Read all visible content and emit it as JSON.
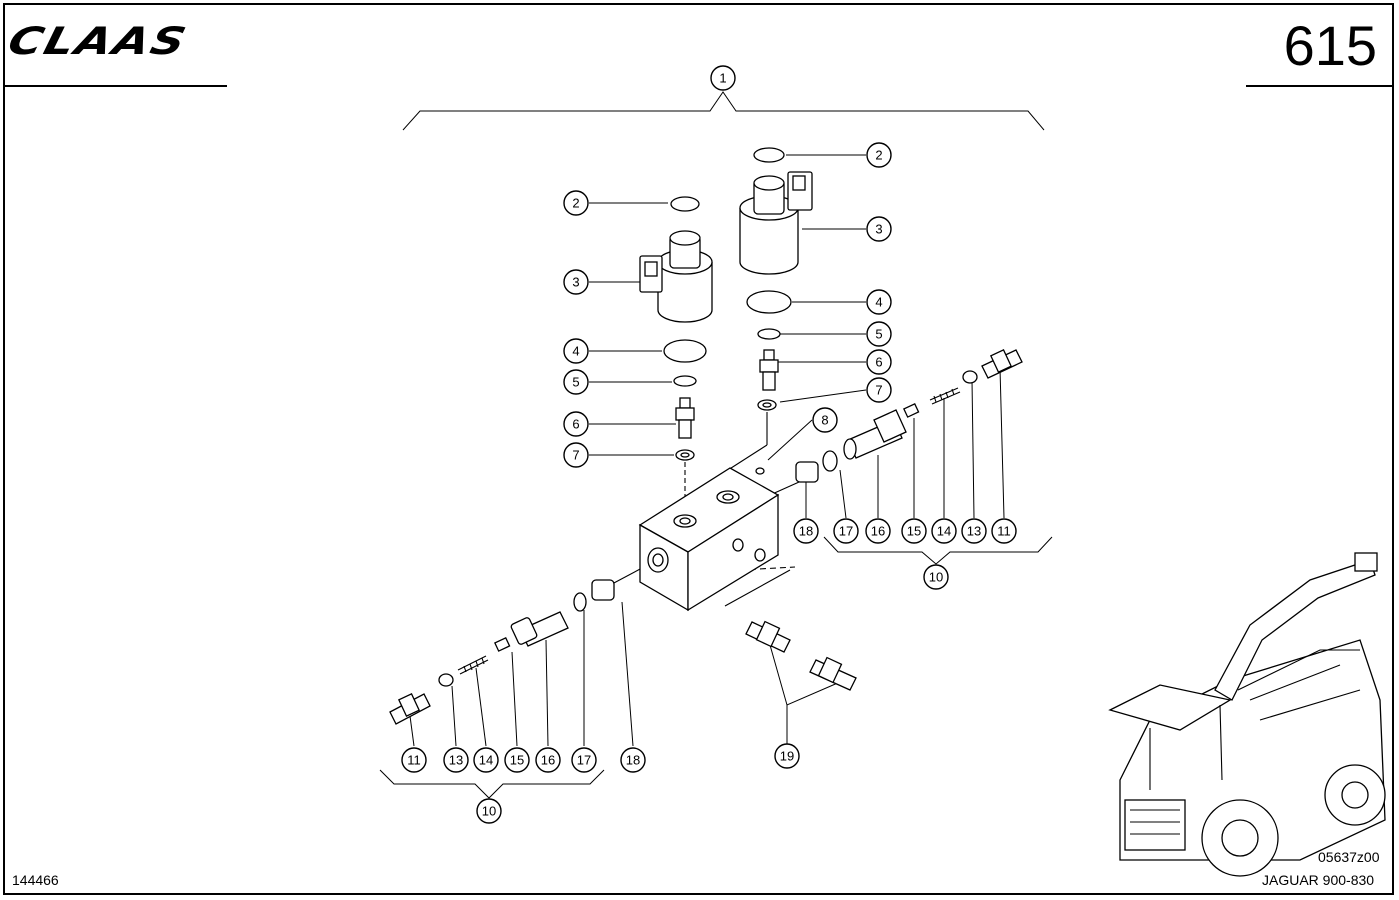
{
  "header": {
    "brand": "CLAAS",
    "page_number": "615"
  },
  "footer": {
    "document_id": "144466",
    "drawing_code": "05637z00",
    "model": "JAGUAR 900-830"
  },
  "callouts": [
    {
      "label": "1"
    },
    {
      "label": "2"
    },
    {
      "label": "2"
    },
    {
      "label": "3"
    },
    {
      "label": "3"
    },
    {
      "label": "4"
    },
    {
      "label": "4"
    },
    {
      "label": "5"
    },
    {
      "label": "5"
    },
    {
      "label": "6"
    },
    {
      "label": "6"
    },
    {
      "label": "7"
    },
    {
      "label": "7"
    },
    {
      "label": "8"
    },
    {
      "label": "18"
    },
    {
      "label": "17"
    },
    {
      "label": "16"
    },
    {
      "label": "15"
    },
    {
      "label": "14"
    },
    {
      "label": "13"
    },
    {
      "label": "11"
    },
    {
      "label": "10"
    },
    {
      "label": "11"
    },
    {
      "label": "13"
    },
    {
      "label": "14"
    },
    {
      "label": "15"
    },
    {
      "label": "16"
    },
    {
      "label": "17"
    },
    {
      "label": "18"
    },
    {
      "label": "10"
    },
    {
      "label": "19"
    }
  ]
}
